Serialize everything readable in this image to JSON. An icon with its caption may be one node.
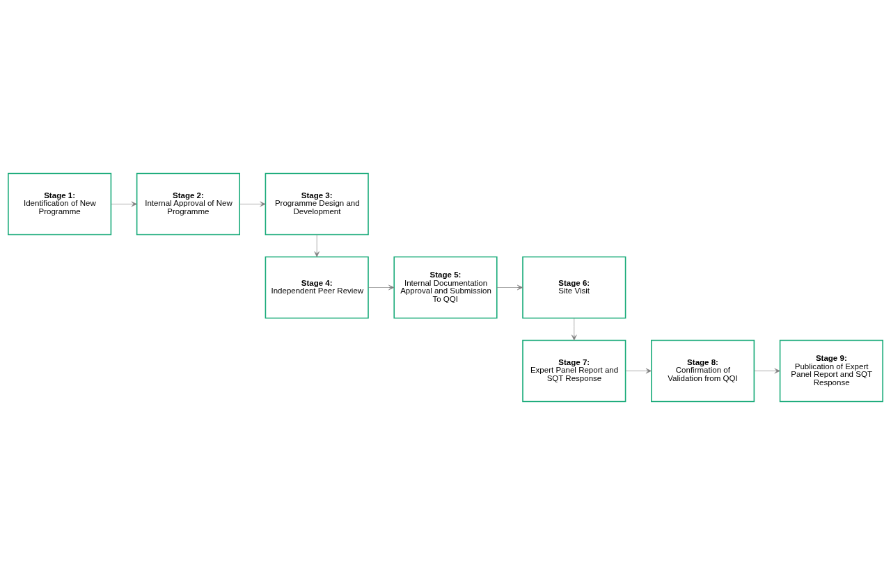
{
  "diagram": {
    "nodes": [
      {
        "text": [
          "Stage 1:",
          "Identification of New Programme"
        ]
      },
      {
        "text": [
          "Stage 2:",
          "Internal Approval of New Programme"
        ]
      },
      {
        "text": [
          "Stage 3:",
          "Programme Design and Development"
        ]
      },
      {
        "text": [
          "Stage 4:",
          "Independent Peer Review"
        ]
      },
      {
        "text": [
          "Stage 5:",
          "Internal Documentation Approval and Submission To QQI"
        ]
      },
      {
        "text": [
          "Stage 6:",
          "Site Visit"
        ]
      },
      {
        "text": [
          "Stage 7:",
          "Expert Panel Report and SQT Response"
        ]
      },
      {
        "text": [
          "Stage 8:",
          "Confirmation of Validation from QQI"
        ]
      },
      {
        "text": [
          "Stage 9:",
          "Publication of Expert Panel Report and SQT Response"
        ]
      }
    ],
    "edges": [
      {
        "from": 0,
        "to": 1,
        "arrow": "to"
      },
      {
        "from": 1,
        "to": 2,
        "arrow": "to"
      },
      {
        "from": 2,
        "to": 3,
        "arrow": "to"
      },
      {
        "from": 3,
        "to": 4,
        "arrow": "to"
      },
      {
        "from": 4,
        "to": 5,
        "arrow": "to"
      },
      {
        "from": 5,
        "to": 6,
        "arrow": "to"
      },
      {
        "from": 6,
        "to": 7,
        "arrow": "to"
      },
      {
        "from": 7,
        "to": 8,
        "arrow": "to"
      }
    ]
  }
}
